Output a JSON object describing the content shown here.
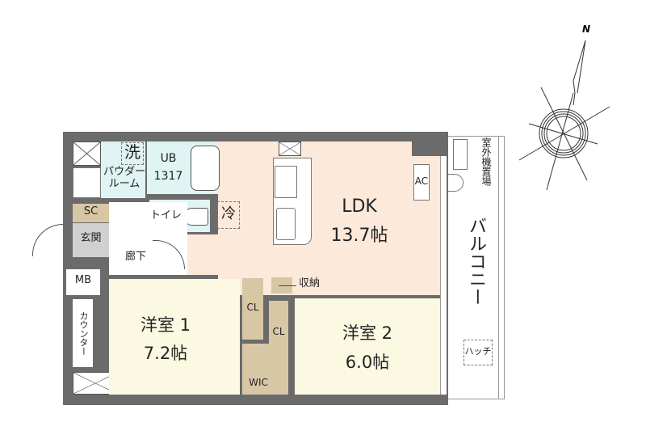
{
  "compass": {
    "north_label": "N"
  },
  "rooms": {
    "ldk": {
      "name": "LDK",
      "size": "13.7帖"
    },
    "western1": {
      "name": "洋室 1",
      "size": "7.2帖"
    },
    "western2": {
      "name": "洋室 2",
      "size": "6.0帖"
    },
    "ub": {
      "name": "UB",
      "size": "1317"
    },
    "washer": "洗",
    "powder_room": "パウダー\nルーム",
    "toilet": "トイレ",
    "fridge": "冷",
    "sc": "SC",
    "entrance": "玄関",
    "hallway": "廊下",
    "mb": "MB",
    "counter": "カウンター",
    "cl1": "CL",
    "cl2": "CL",
    "wic": "WIC",
    "storage": "収納",
    "ac": "AC",
    "balcony": "バルコニー",
    "outdoor_unit": "室外機置場",
    "hatch": "ハッチ"
  },
  "colors": {
    "wall": "#6b6b6b",
    "ldk": "#fde9da",
    "western": "#fbf9e2",
    "wet": "#dff4f3",
    "storage": "#d8c7a4",
    "entrance": "#d0d0d0"
  }
}
